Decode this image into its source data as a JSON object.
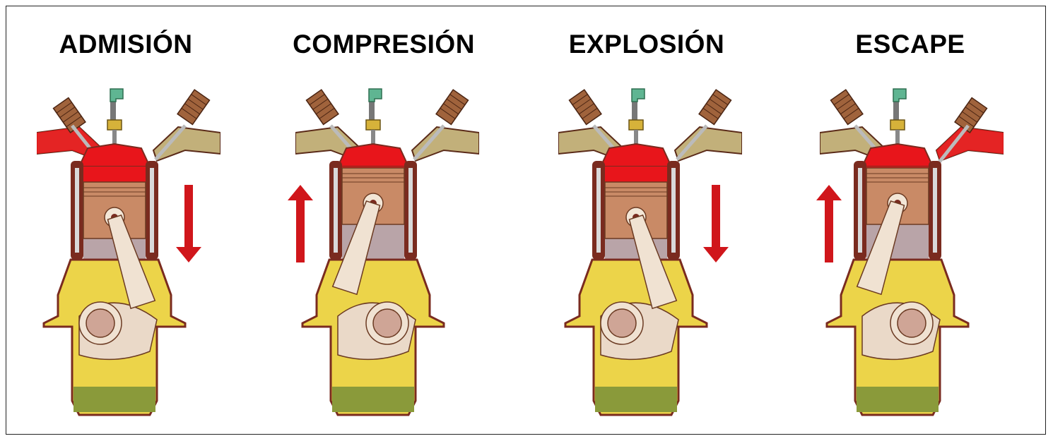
{
  "stages": [
    {
      "title": "ADMISIÓN",
      "direction": "down",
      "intake_open": true,
      "exhaust_open": false,
      "spark": false
    },
    {
      "title": "COMPRESIÓN",
      "direction": "up",
      "intake_open": false,
      "exhaust_open": false,
      "spark": false
    },
    {
      "title": "EXPLOSIÓN",
      "direction": "down",
      "intake_open": false,
      "exhaust_open": false,
      "spark": true
    },
    {
      "title": "ESCAPE",
      "direction": "up",
      "intake_open": false,
      "exhaust_open": true,
      "spark": false
    }
  ],
  "colors": {
    "arrow": "#d0161b",
    "chamber": "#e8151b",
    "crankcase": "#ecd449",
    "oil": "#8a9a3a",
    "block": "#7a2b1f",
    "piston": "#c98a66",
    "rod": "#f0e2d2",
    "spring": "#a0633c",
    "injector": "#5fb592"
  }
}
